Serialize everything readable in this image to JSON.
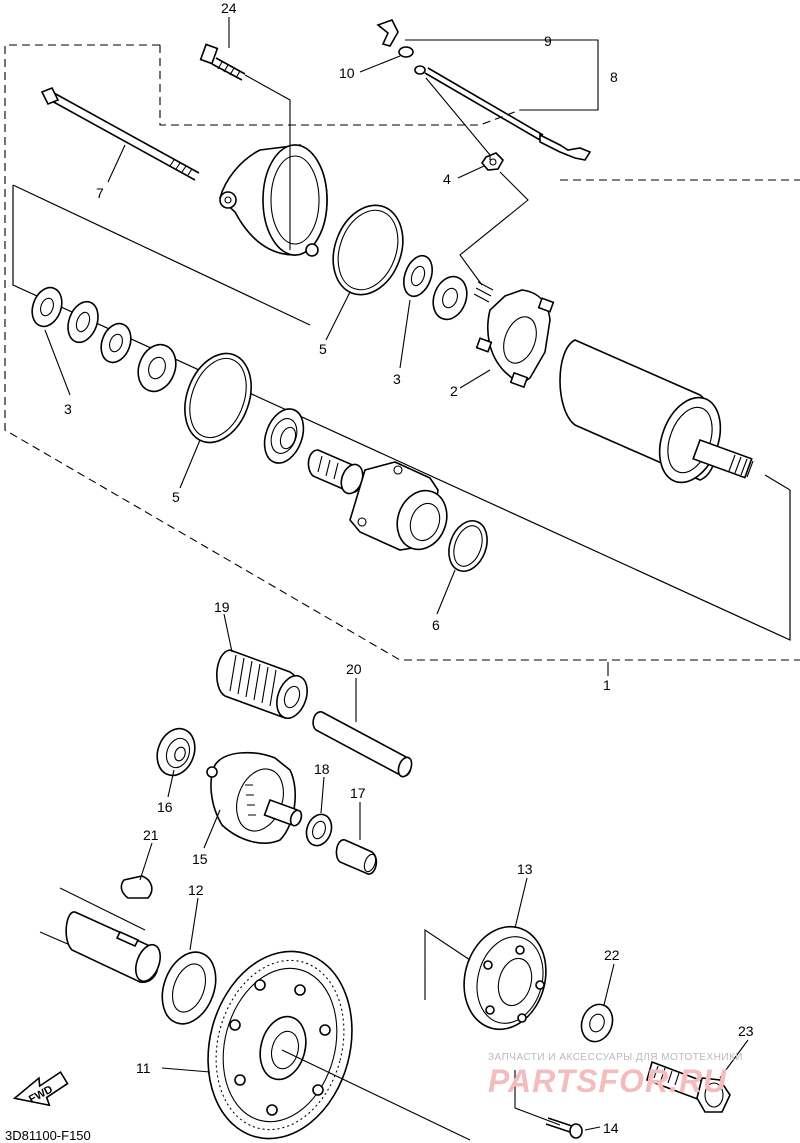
{
  "diagram_code": "3D81100-F150",
  "fwd_label": "FWD",
  "watermark": {
    "line1": "ЗАПЧАСТИ И АКСЕССУАРЫ ДЛЯ МОТОТЕХНИКИ",
    "line2": "PARTSFOR.RU"
  },
  "callouts": [
    {
      "id": "c24",
      "text": "24"
    },
    {
      "id": "c9",
      "text": "9"
    },
    {
      "id": "c10",
      "text": "10"
    },
    {
      "id": "c8",
      "text": "8"
    },
    {
      "id": "c7",
      "text": "7"
    },
    {
      "id": "c4",
      "text": "4"
    },
    {
      "id": "c5a",
      "text": "5"
    },
    {
      "id": "c3a",
      "text": "3"
    },
    {
      "id": "c2",
      "text": "2"
    },
    {
      "id": "c3b",
      "text": "3"
    },
    {
      "id": "c5b",
      "text": "5"
    },
    {
      "id": "c6",
      "text": "6"
    },
    {
      "id": "c1",
      "text": "1"
    },
    {
      "id": "c19",
      "text": "19"
    },
    {
      "id": "c20",
      "text": "20"
    },
    {
      "id": "c18",
      "text": "18"
    },
    {
      "id": "c17",
      "text": "17"
    },
    {
      "id": "c16",
      "text": "16"
    },
    {
      "id": "c15",
      "text": "15"
    },
    {
      "id": "c21",
      "text": "21"
    },
    {
      "id": "c12",
      "text": "12"
    },
    {
      "id": "c13",
      "text": "13"
    },
    {
      "id": "c22",
      "text": "22"
    },
    {
      "id": "c23",
      "text": "23"
    },
    {
      "id": "c11",
      "text": "11"
    },
    {
      "id": "c14",
      "text": "14"
    }
  ]
}
